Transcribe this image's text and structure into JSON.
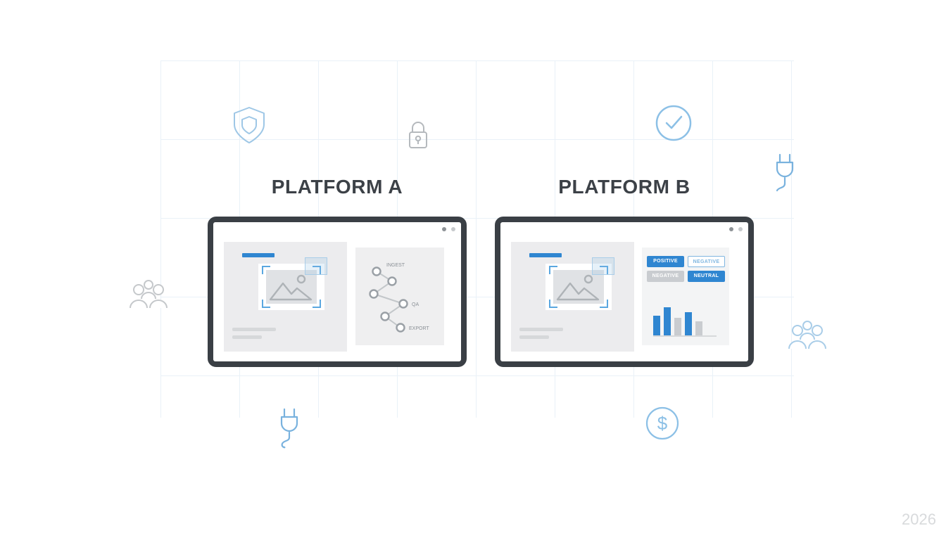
{
  "page": {
    "year_label": "2026"
  },
  "colors": {
    "accent": "#2f86d1",
    "accent_light": "#8fc0e4",
    "frame_dark": "#3a3f45",
    "panel_gray": "#ececee",
    "muted_gray": "#c9ccd0",
    "grid_line": "#e7f0f8"
  },
  "platform_a": {
    "title": "PLATFORM A",
    "workflow": {
      "steps": [
        "INGEST",
        "QA",
        "EXPORT"
      ]
    }
  },
  "platform_b": {
    "title": "PLATFORM B",
    "label_chips": [
      {
        "text": "POSITIVE",
        "style": "primary"
      },
      {
        "text": "NEGATIVE",
        "style": "outline"
      },
      {
        "text": "NEGATIVE",
        "style": "muted"
      },
      {
        "text": "NEUTRAL",
        "style": "primary"
      }
    ],
    "chart": {
      "type": "bar",
      "values": [
        28,
        40,
        25,
        33,
        20
      ],
      "colors": [
        "blue",
        "blue",
        "gray",
        "blue",
        "gray"
      ]
    }
  },
  "decor_icons": [
    "shield-icon",
    "lock-icon",
    "check-circle-icon",
    "plug-icon-top-right",
    "users-icon-left",
    "users-icon-right",
    "plug-icon-bottom-left",
    "dollar-circle-icon"
  ]
}
